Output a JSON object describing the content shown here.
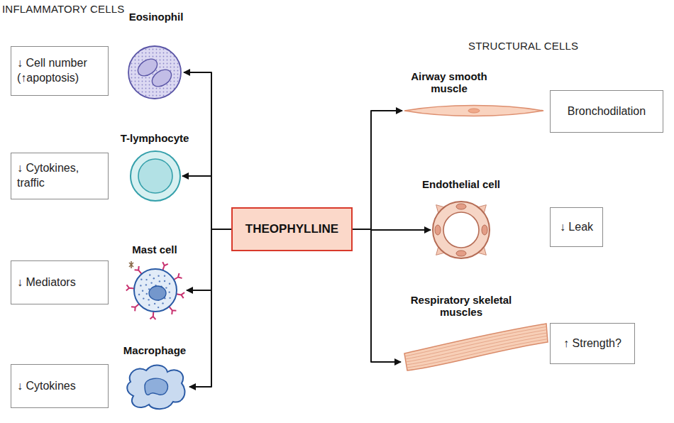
{
  "diagram": {
    "nodes": [
      {
        "text": [
          "THEOPHYLLINE"
        ]
      },
      {
        "text": [
          "Eosinophil"
        ]
      },
      {
        "text": [
          "↓ Cell number (↑apoptosis)"
        ]
      },
      {
        "text": [
          "T-lymphocyte"
        ]
      },
      {
        "text": [
          "↓ Cytokines, traffic"
        ]
      },
      {
        "text": [
          "Mast cell"
        ]
      },
      {
        "text": [
          "↓ Mediators"
        ]
      },
      {
        "text": [
          "Macrophage"
        ]
      },
      {
        "text": [
          "↓ Cytokines"
        ]
      },
      {
        "text": [
          "Airway smooth muscle"
        ]
      },
      {
        "text": [
          "Bronchodilation"
        ]
      },
      {
        "text": [
          "Endothelial cell"
        ]
      },
      {
        "text": [
          "↓ Leak"
        ]
      },
      {
        "text": [
          "Respiratory skeletal muscles"
        ]
      },
      {
        "text": [
          "↑ Strength?"
        ]
      }
    ],
    "edges": [
      {
        "from": 0,
        "to": 1,
        "arrow": "to"
      },
      {
        "from": 0,
        "to": 3,
        "arrow": "to"
      },
      {
        "from": 0,
        "to": 5,
        "arrow": "to"
      },
      {
        "from": 0,
        "to": 7,
        "arrow": "to"
      },
      {
        "from": 0,
        "to": 9,
        "arrow": "to"
      },
      {
        "from": 0,
        "to": 11,
        "arrow": "to"
      },
      {
        "from": 0,
        "to": 13,
        "arrow": "to"
      }
    ],
    "labels": [
      "INFLAMMATORY CELLS",
      "STRUCTURAL CELLS"
    ]
  }
}
